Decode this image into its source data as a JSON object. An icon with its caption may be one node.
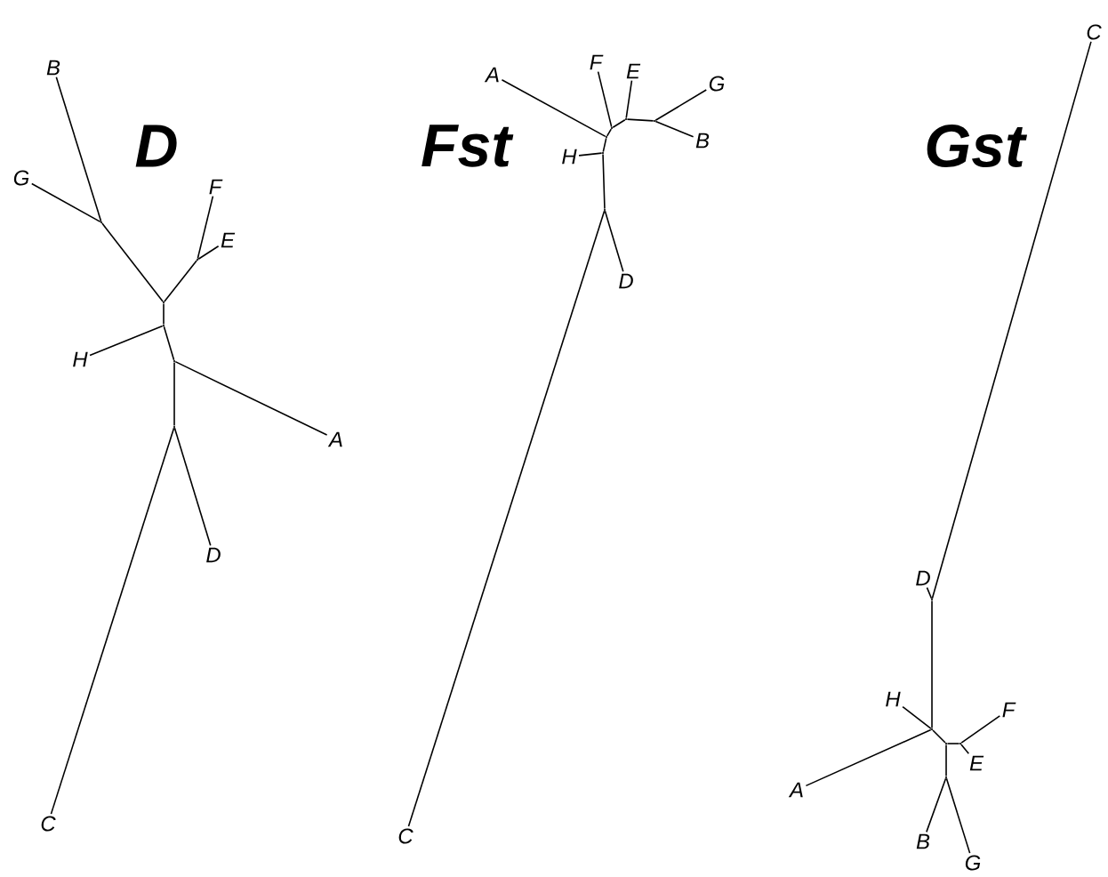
{
  "diagram": {
    "nodes": [
      {
        "text": [
          "B"
        ]
      },
      {
        "text": [
          "G"
        ]
      },
      {
        "text": [
          "F"
        ]
      },
      {
        "text": [
          "E"
        ]
      },
      {
        "text": [
          "H"
        ]
      },
      {
        "text": [
          "A"
        ]
      },
      {
        "text": [
          "D"
        ]
      },
      {
        "text": [
          "C"
        ]
      },
      {
        "text": [],
        "shape": "point"
      },
      {
        "text": [],
        "shape": "point"
      },
      {
        "text": [],
        "shape": "point"
      },
      {
        "text": [],
        "shape": "point"
      },
      {
        "text": [],
        "shape": "point"
      },
      {
        "text": [],
        "shape": "point"
      },
      {
        "text": [
          "A"
        ]
      },
      {
        "text": [
          "F"
        ]
      },
      {
        "text": [
          "E"
        ]
      },
      {
        "text": [
          "G"
        ]
      },
      {
        "text": [
          "B"
        ]
      },
      {
        "text": [
          "H"
        ]
      },
      {
        "text": [
          "D"
        ]
      },
      {
        "text": [
          "C"
        ]
      },
      {
        "text": [],
        "shape": "point"
      },
      {
        "text": [],
        "shape": "point"
      },
      {
        "text": [],
        "shape": "point"
      },
      {
        "text": [],
        "shape": "point"
      },
      {
        "text": [],
        "shape": "point"
      },
      {
        "text": [],
        "shape": "point"
      },
      {
        "text": [
          "C"
        ]
      },
      {
        "text": [
          "D"
        ]
      },
      {
        "text": [
          "H"
        ]
      },
      {
        "text": [
          "A"
        ]
      },
      {
        "text": [
          "E"
        ]
      },
      {
        "text": [
          "F"
        ]
      },
      {
        "text": [
          "B"
        ]
      },
      {
        "text": [
          "G"
        ]
      },
      {
        "text": [],
        "shape": "point"
      },
      {
        "text": [],
        "shape": "point"
      },
      {
        "text": [],
        "shape": "point"
      },
      {
        "text": [],
        "shape": "point"
      },
      {
        "text": [],
        "shape": "point"
      }
    ],
    "edges": [
      {
        "from": 8,
        "to": 0,
        "arrow": "none"
      },
      {
        "from": 8,
        "to": 1,
        "arrow": "none"
      },
      {
        "from": 8,
        "to": 10,
        "arrow": "none"
      },
      {
        "from": 9,
        "to": 2,
        "arrow": "none"
      },
      {
        "from": 9,
        "to": 3,
        "arrow": "none"
      },
      {
        "from": 9,
        "to": 10,
        "arrow": "none"
      },
      {
        "from": 10,
        "to": 11,
        "arrow": "none"
      },
      {
        "from": 11,
        "to": 4,
        "arrow": "none"
      },
      {
        "from": 11,
        "to": 12,
        "arrow": "none"
      },
      {
        "from": 12,
        "to": 5,
        "arrow": "none"
      },
      {
        "from": 12,
        "to": 13,
        "arrow": "none"
      },
      {
        "from": 13,
        "to": 6,
        "arrow": "none"
      },
      {
        "from": 13,
        "to": 7,
        "arrow": "none"
      },
      {
        "from": 22,
        "to": 14,
        "arrow": "none"
      },
      {
        "from": 22,
        "to": 23,
        "arrow": "none"
      },
      {
        "from": 23,
        "to": 15,
        "arrow": "none"
      },
      {
        "from": 23,
        "to": 24,
        "arrow": "none"
      },
      {
        "from": 24,
        "to": 16,
        "arrow": "none"
      },
      {
        "from": 24,
        "to": 25,
        "arrow": "none"
      },
      {
        "from": 25,
        "to": 17,
        "arrow": "none"
      },
      {
        "from": 25,
        "to": 18,
        "arrow": "none"
      },
      {
        "from": 22,
        "to": 26,
        "arrow": "none"
      },
      {
        "from": 26,
        "to": 19,
        "arrow": "none"
      },
      {
        "from": 26,
        "to": 27,
        "arrow": "none"
      },
      {
        "from": 27,
        "to": 20,
        "arrow": "none"
      },
      {
        "from": 27,
        "to": 21,
        "arrow": "none"
      },
      {
        "from": 36,
        "to": 28,
        "arrow": "none"
      },
      {
        "from": 36,
        "to": 29,
        "arrow": "none"
      },
      {
        "from": 36,
        "to": 37,
        "arrow": "none"
      },
      {
        "from": 37,
        "to": 30,
        "arrow": "none"
      },
      {
        "from": 37,
        "to": 31,
        "arrow": "none"
      },
      {
        "from": 37,
        "to": 38,
        "arrow": "none"
      },
      {
        "from": 38,
        "to": 39,
        "arrow": "none"
      },
      {
        "from": 39,
        "to": 32,
        "arrow": "none"
      },
      {
        "from": 39,
        "to": 33,
        "arrow": "none"
      },
      {
        "from": 38,
        "to": 40,
        "arrow": "none"
      },
      {
        "from": 40,
        "to": 34,
        "arrow": "none"
      },
      {
        "from": 40,
        "to": 35,
        "arrow": "none"
      }
    ],
    "labels": [
      "D",
      "Fst",
      "Gst"
    ]
  }
}
